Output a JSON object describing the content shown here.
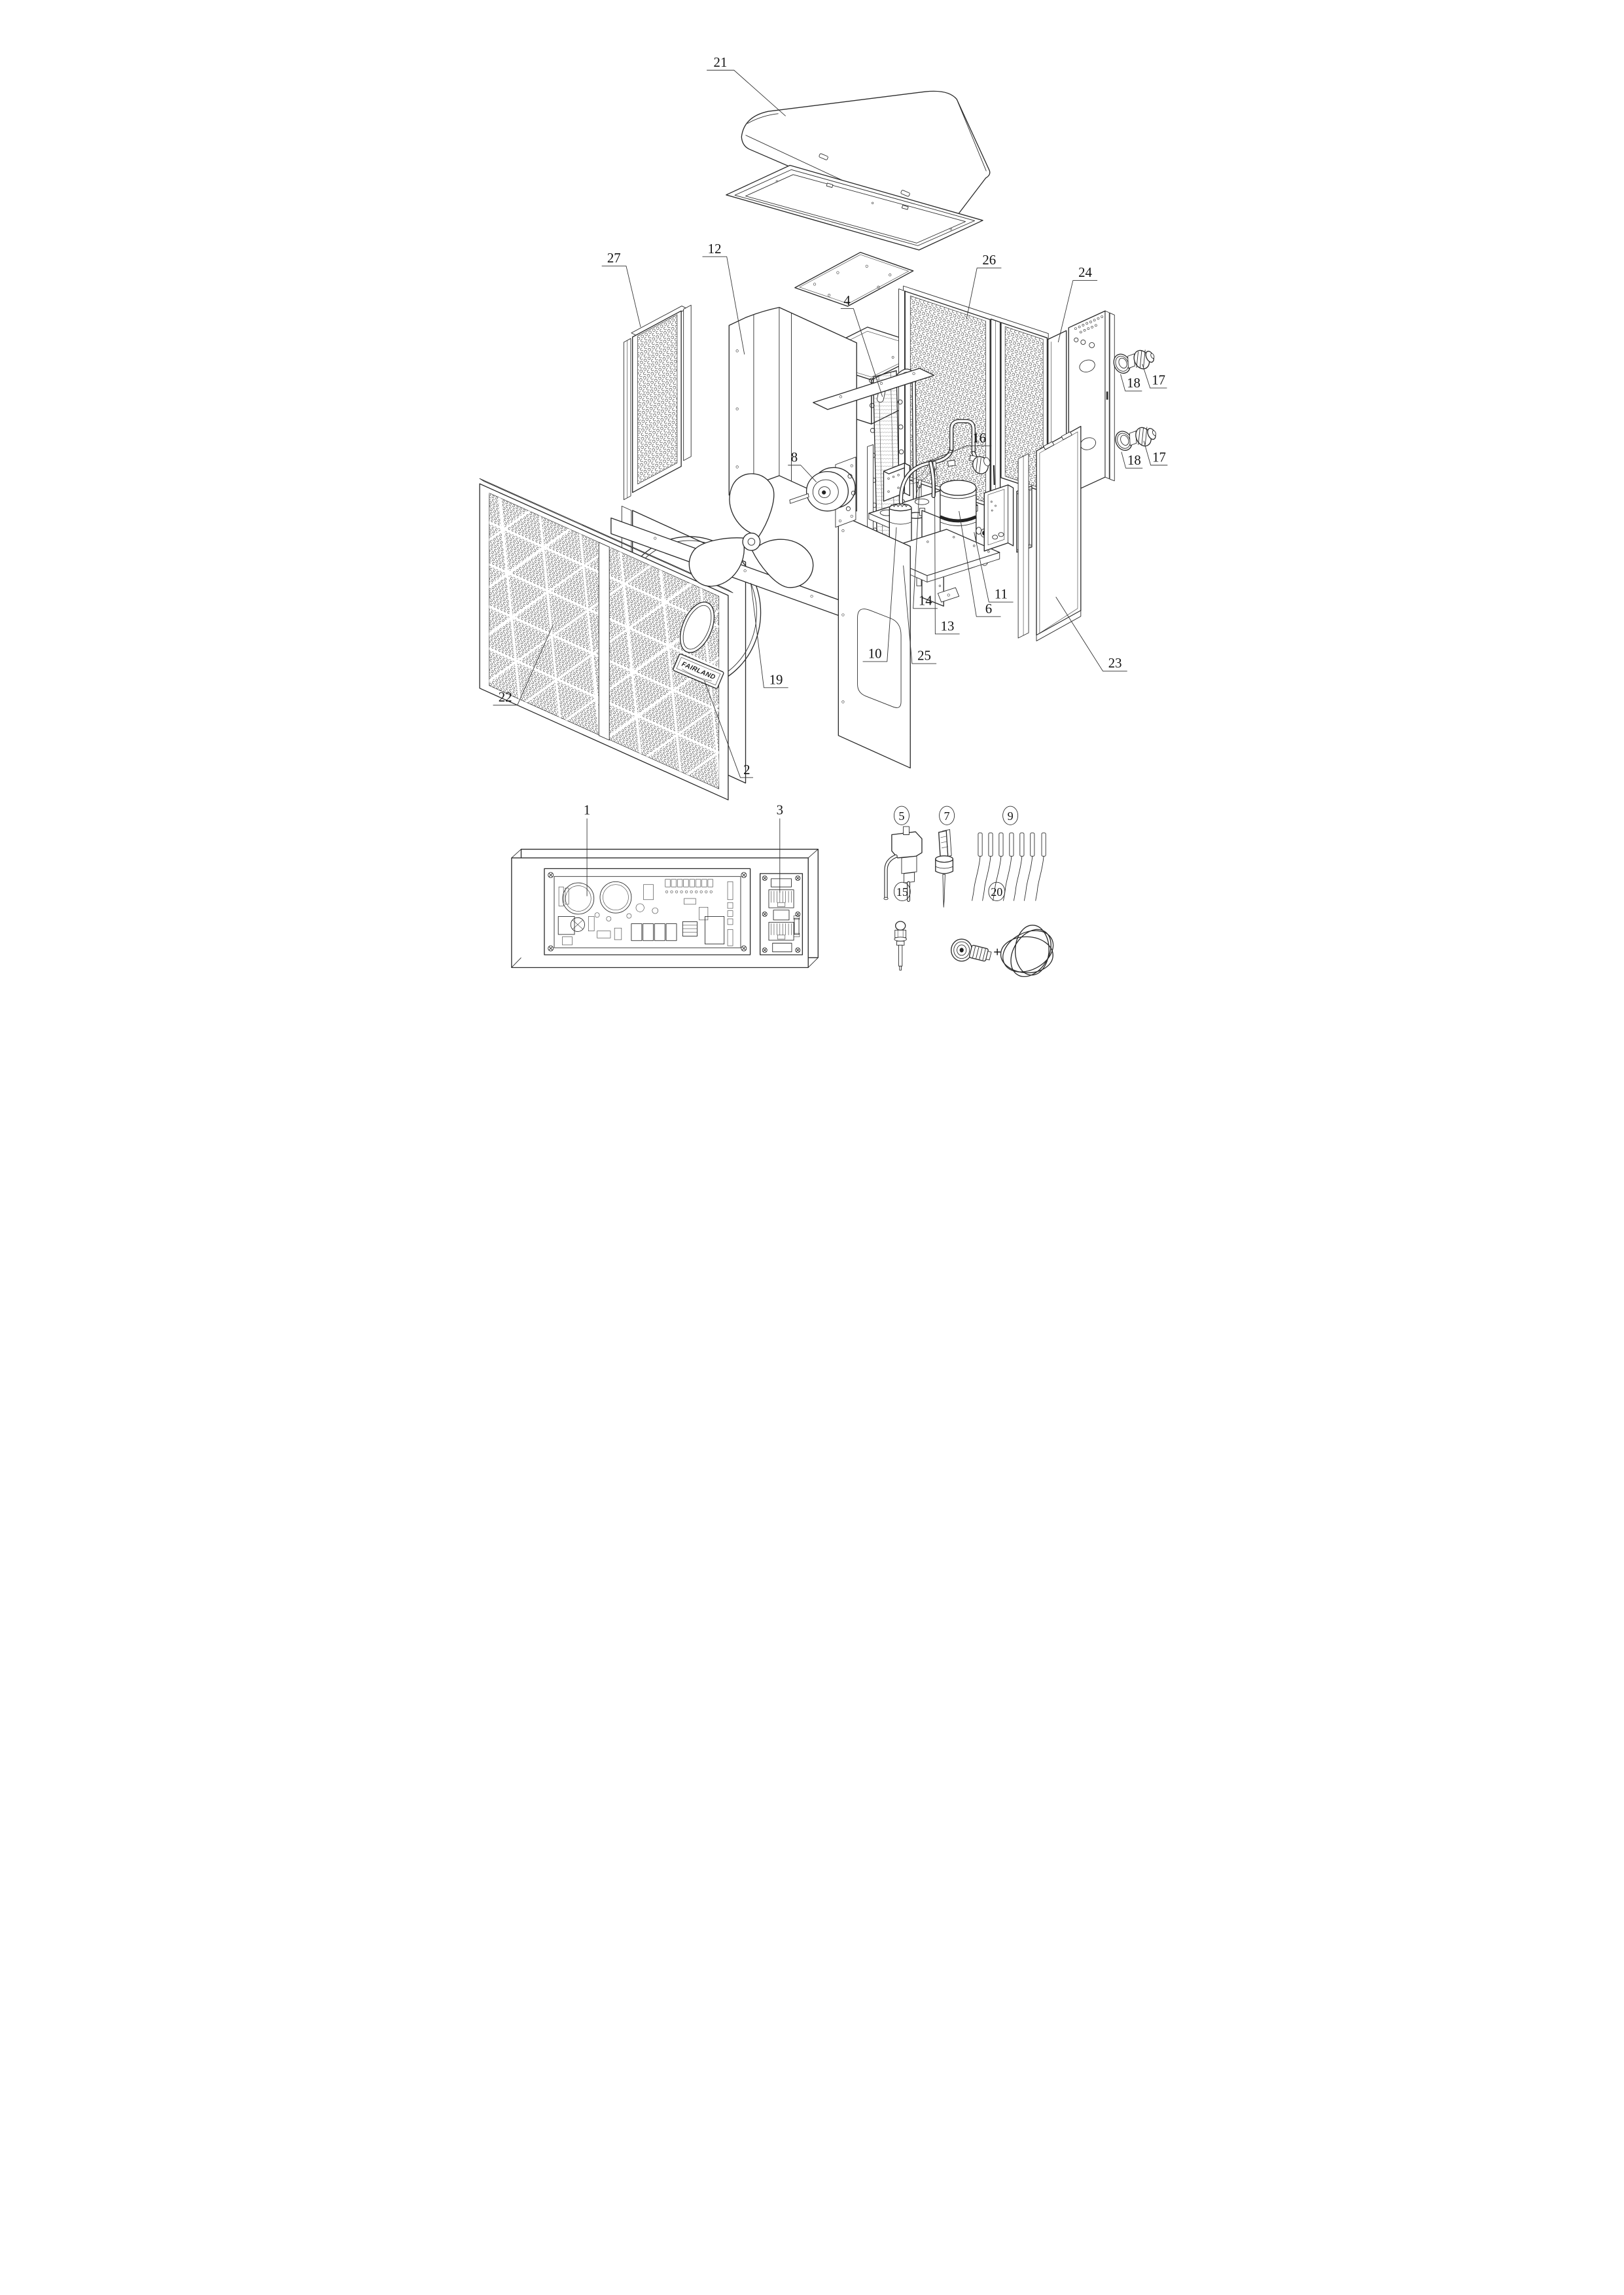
{
  "callouts": {
    "c21": "21",
    "c27": "27",
    "c12": "12",
    "c26": "26",
    "c24": "24",
    "c4": "4",
    "c17u": "17",
    "c18u": "18",
    "c17l": "17",
    "c18l": "18",
    "c16": "16",
    "c8": "8",
    "c19": "19",
    "c2": "2",
    "c22": "22",
    "c10": "10",
    "c25": "25",
    "c13": "13",
    "c14": "14",
    "c6": "6",
    "c11": "11",
    "c23": "23",
    "c1": "1",
    "c3": "3",
    "c5": "5",
    "c7": "7",
    "c9": "9",
    "c15": "15",
    "c20": "20"
  },
  "badge": {
    "brand": "FAIRLAND"
  },
  "symbols": {
    "plus": "+"
  }
}
